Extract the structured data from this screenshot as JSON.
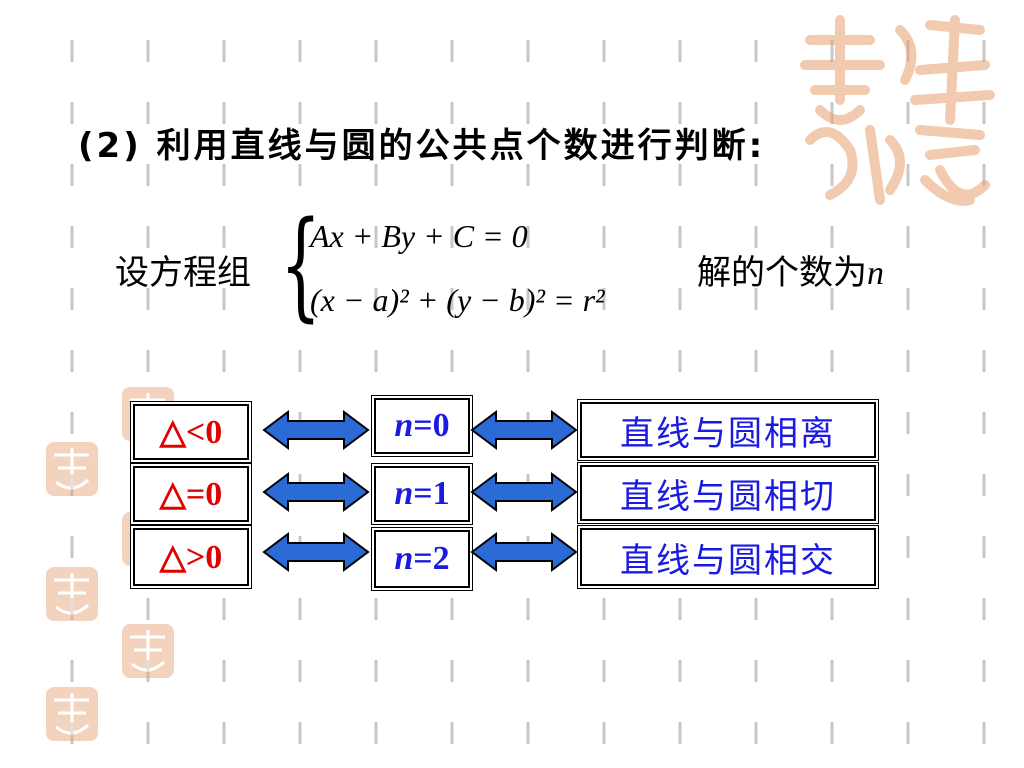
{
  "heading": "(2) 利用直线与圆的公共点个数进行判断:",
  "equation": {
    "prefix": "设方程组",
    "line1": "Ax + By + C = 0",
    "line2": "(x − a)² + (y − b)² = r²",
    "suffix": "解的个数为",
    "suffix_var": "n"
  },
  "table": {
    "rows": [
      {
        "delta": "△<0",
        "n_var": "n",
        "n_value": "=0",
        "relation": "直线与圆相离"
      },
      {
        "delta": "△=0",
        "n_var": "n",
        "n_value": "=1",
        "relation": "直线与圆相切"
      },
      {
        "delta": "△>0",
        "n_var": "n",
        "n_value": "=2",
        "relation": "直线与圆相交"
      }
    ]
  },
  "colors": {
    "delta_text": "#e00000",
    "n_text": "#1a1ae0",
    "arrow_fill": "#2a6bd6",
    "seal_color": "#e8a070"
  }
}
